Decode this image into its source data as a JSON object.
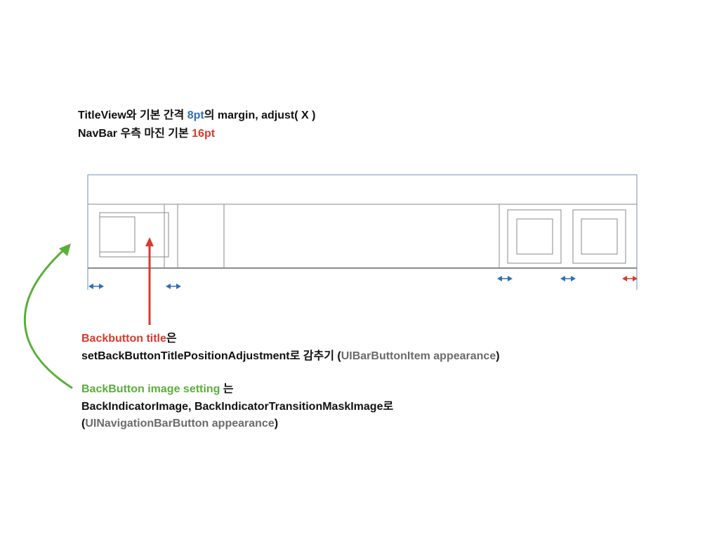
{
  "header": {
    "line1": {
      "a": "TitleView와 기본 간격 ",
      "b": "8pt",
      "c": "의 margin, adjust( X )"
    },
    "line2": {
      "a": "NavBar 우측 마진 기본 ",
      "b": "16pt"
    }
  },
  "note1": {
    "line1": {
      "a": "Backbutton title",
      "b": "은"
    },
    "line2": {
      "a": "setBackButtonTitlePositionAdjustment로 감추기 (",
      "b": "UIBarButtonItem appearance",
      "c": ")"
    }
  },
  "note2": {
    "line1": {
      "a": "BackButton image setting",
      "b": " 는"
    },
    "line2": "BackIndicatorImage, BackIndicatorTransitionMaskImage로",
    "line3": {
      "a": "(",
      "b": "UINavigationBarButton appearance",
      "c": ")"
    }
  },
  "colors": {
    "blue": "#2f6fb6",
    "red": "#d93a2b",
    "green": "#5bae3a",
    "gray": "#6b6b6b",
    "outline": "#7a7a7a",
    "frame": "#6f8fb8"
  }
}
